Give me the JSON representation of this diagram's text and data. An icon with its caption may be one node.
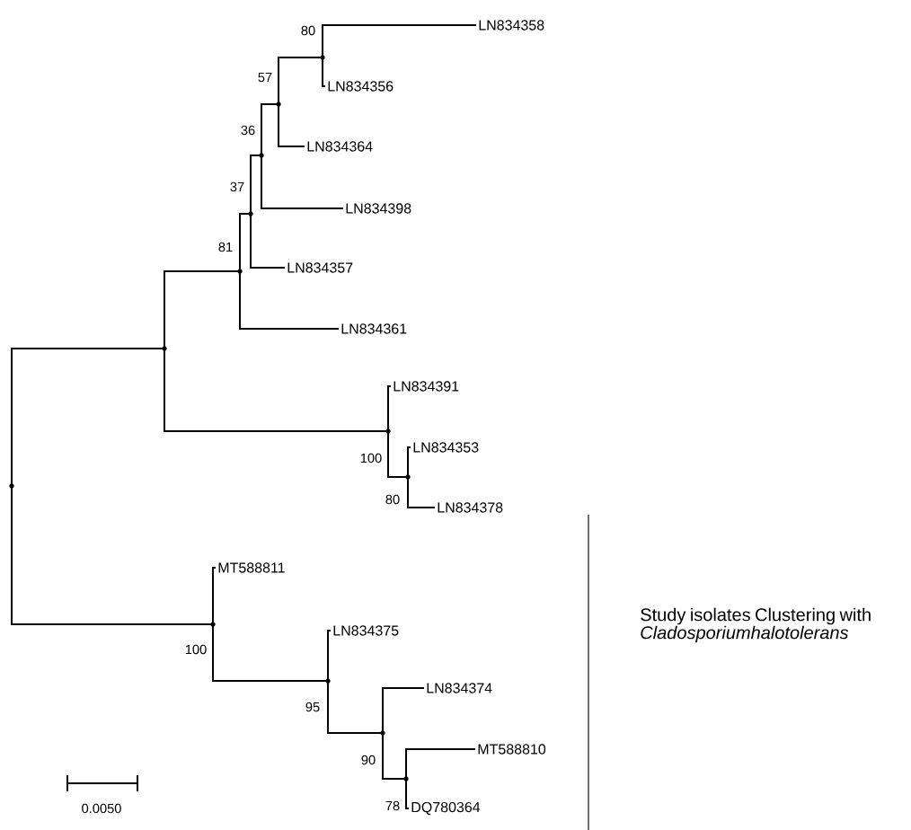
{
  "diagram": {
    "nodes": [
      {
        "text": [],
        "shape": "point"
      },
      {
        "text": [],
        "shape": "point"
      },
      {
        "text": [],
        "shape": "point",
        "beside": [
          "81"
        ]
      },
      {
        "text": [],
        "shape": "point",
        "beside": [
          "37"
        ]
      },
      {
        "text": [],
        "shape": "point",
        "beside": [
          "36"
        ]
      },
      {
        "text": [],
        "shape": "point",
        "beside": [
          "57"
        ]
      },
      {
        "text": [],
        "shape": "point",
        "beside": [
          "80"
        ]
      },
      {
        "text": [
          "LN834358"
        ]
      },
      {
        "text": [
          "LN834356"
        ]
      },
      {
        "text": [
          "LN834364"
        ]
      },
      {
        "text": [
          "LN834398"
        ]
      },
      {
        "text": [
          "LN834357"
        ]
      },
      {
        "text": [
          "LN834361"
        ]
      },
      {
        "text": [],
        "shape": "point",
        "beside": [
          "100"
        ]
      },
      {
        "text": [
          "LN834391"
        ]
      },
      {
        "text": [],
        "shape": "point",
        "beside": [
          "80"
        ]
      },
      {
        "text": [
          "LN834353"
        ]
      },
      {
        "text": [
          "LN834378"
        ]
      },
      {
        "text": [],
        "shape": "point",
        "beside": [
          "100"
        ]
      },
      {
        "text": [
          "MT588811"
        ]
      },
      {
        "text": [],
        "shape": "point",
        "beside": [
          "95"
        ]
      },
      {
        "text": [
          "LN834375"
        ]
      },
      {
        "text": [],
        "shape": "point",
        "beside": [
          "90"
        ]
      },
      {
        "text": [
          "LN834374"
        ]
      },
      {
        "text": [],
        "shape": "point",
        "beside": [
          "78"
        ]
      },
      {
        "text": [
          "MT588810"
        ]
      },
      {
        "text": [
          "DQ780364"
        ]
      }
    ],
    "edges": [
      {
        "from": 0,
        "to": 1,
        "arrow": "none"
      },
      {
        "from": 0,
        "to": 18,
        "arrow": "none"
      },
      {
        "from": 1,
        "to": 2,
        "arrow": "none"
      },
      {
        "from": 1,
        "to": 13,
        "arrow": "none"
      },
      {
        "from": 2,
        "to": 3,
        "arrow": "none"
      },
      {
        "from": 2,
        "to": 12,
        "arrow": "none"
      },
      {
        "from": 3,
        "to": 4,
        "arrow": "none"
      },
      {
        "from": 3,
        "to": 11,
        "arrow": "none"
      },
      {
        "from": 4,
        "to": 5,
        "arrow": "none"
      },
      {
        "from": 4,
        "to": 10,
        "arrow": "none"
      },
      {
        "from": 5,
        "to": 6,
        "arrow": "none"
      },
      {
        "from": 5,
        "to": 9,
        "arrow": "none"
      },
      {
        "from": 6,
        "to": 7,
        "arrow": "none"
      },
      {
        "from": 6,
        "to": 8,
        "arrow": "none"
      },
      {
        "from": 13,
        "to": 14,
        "arrow": "none"
      },
      {
        "from": 13,
        "to": 15,
        "arrow": "none"
      },
      {
        "from": 15,
        "to": 16,
        "arrow": "none"
      },
      {
        "from": 15,
        "to": 17,
        "arrow": "none"
      },
      {
        "from": 18,
        "to": 19,
        "arrow": "none"
      },
      {
        "from": 18,
        "to": 20,
        "arrow": "none"
      },
      {
        "from": 20,
        "to": 21,
        "arrow": "none"
      },
      {
        "from": 20,
        "to": 22,
        "arrow": "none"
      },
      {
        "from": 22,
        "to": 23,
        "arrow": "none"
      },
      {
        "from": 22,
        "to": 24,
        "arrow": "none"
      },
      {
        "from": 24,
        "to": 25,
        "arrow": "none"
      },
      {
        "from": 24,
        "to": 26,
        "arrow": "none"
      }
    ],
    "labels": [
      "0.0050",
      "Study isolates Clustering with *Cladosporiumhalotolerans*"
    ]
  }
}
